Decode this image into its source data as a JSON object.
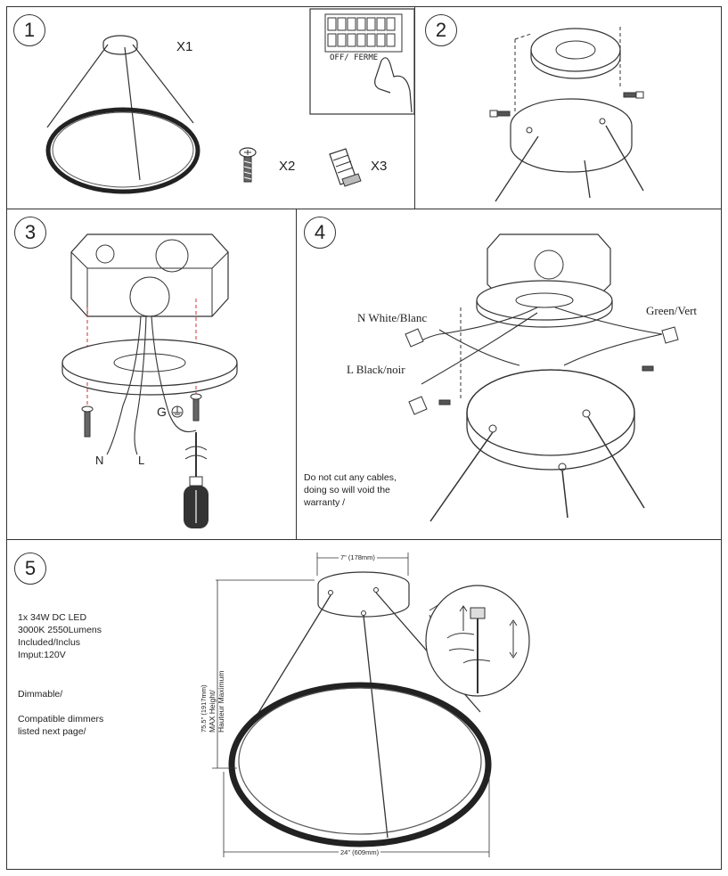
{
  "steps": [
    {
      "number": "1"
    },
    {
      "number": "2"
    },
    {
      "number": "3"
    },
    {
      "number": "4"
    },
    {
      "number": "5"
    }
  ],
  "step1": {
    "fixture_qty": "X1",
    "screw_qty": "X2",
    "connector_qty": "X3",
    "breaker_label": "OFF/ FERME"
  },
  "step3": {
    "neutral": "N",
    "live": "L",
    "ground": "G"
  },
  "step4": {
    "white_wire": "N White/Blanc",
    "black_wire": "L Black/noir",
    "green_wire": "Green/Vert",
    "warning_lines": [
      "Do not cut any cables,",
      "doing so will void the",
      "warranty /"
    ]
  },
  "step5": {
    "specs": [
      "1x 34W DC LED",
      "3000K 2550Lumens",
      "Included/Inclus",
      "Imput:120V"
    ],
    "dimmable": "Dimmable/",
    "dimmers": [
      "Compatible dimmers",
      "listed next page/"
    ],
    "canopy_dim": "7\" (178mm)",
    "height_dim": "75.5\" (1917mm)",
    "max_height_1": "MAX Height/",
    "max_height_2": "Hauteur Maximum",
    "width_dim": "24\" (609mm)"
  }
}
